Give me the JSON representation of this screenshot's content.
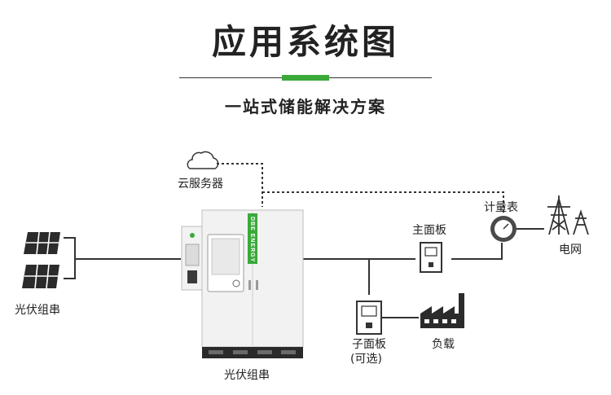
{
  "header": {
    "title": "应用系统图",
    "subtitle": "一站式储能解决方案"
  },
  "labels": {
    "cloud": "云服务器",
    "pv_left": "光伏组串",
    "cabinet": "光伏组串",
    "main_panel": "主面板",
    "meter": "计量表",
    "grid": "电网",
    "sub_panel_line1": "子面板",
    "sub_panel_line2": "(可选)",
    "load": "负载"
  },
  "cabinet": {
    "brand": "DBE ENERGY"
  },
  "colors": {
    "accent": "#3aa93a",
    "line": "#333333",
    "cabinet_body": "#f2f2f2",
    "cabinet_base": "#2a2a2a",
    "panel_dark": "#2b2b2b"
  },
  "icons": {
    "cloud": "cloud-icon",
    "solar": "solar-panel-icon",
    "panel": "electrical-panel-icon",
    "meter": "meter-icon",
    "tower": "transmission-tower-icon",
    "factory": "factory-icon"
  }
}
